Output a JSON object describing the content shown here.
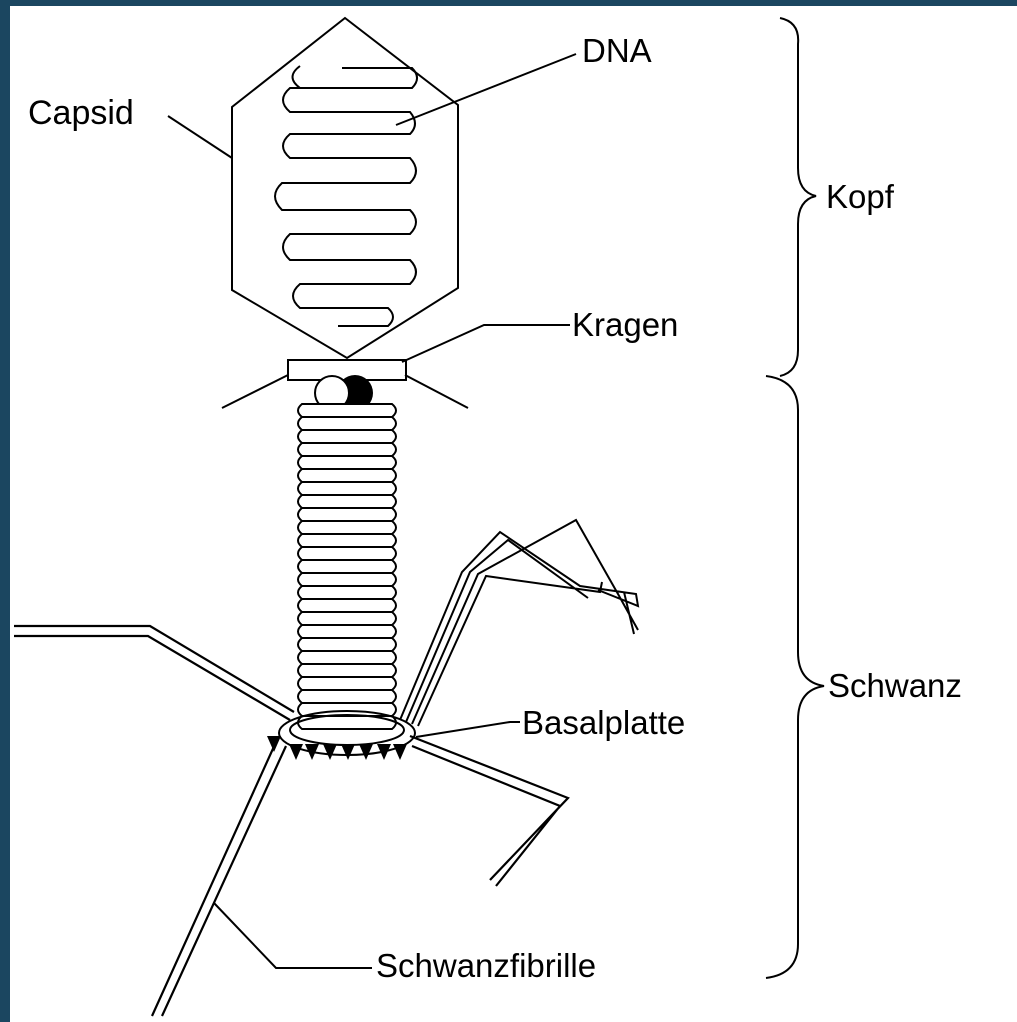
{
  "labels": {
    "capsid": "Capsid",
    "dna": "DNA",
    "kragen": "Kragen",
    "kopf": "Kopf",
    "schwanz": "Schwanz",
    "basalplatte": "Basalplatte",
    "schwanzfibrille": "Schwanzfibrille"
  },
  "colors": {
    "border": "#1b4660",
    "background": "#ffffff",
    "ink": "#000000"
  }
}
